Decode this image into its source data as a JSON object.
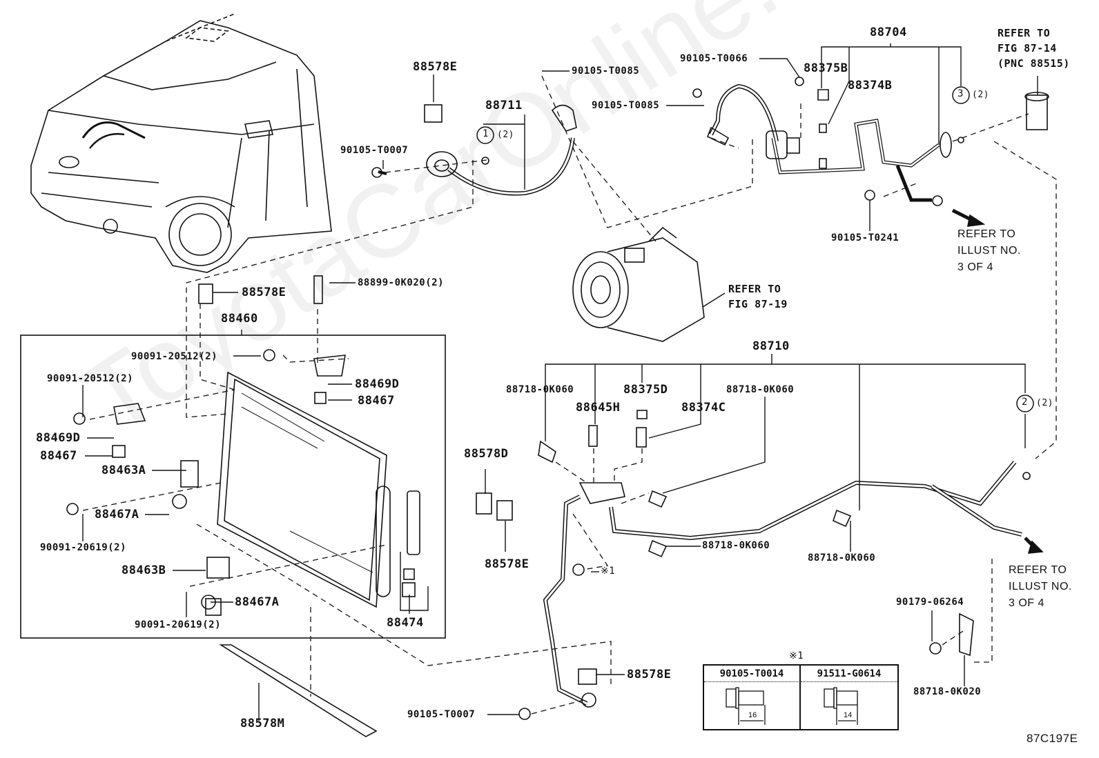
{
  "diagram": {
    "type": "parts-exploded-view",
    "illustration_code": "87C197E",
    "watermark": "ToyotaCarOnline.ru"
  },
  "labels": {
    "p88578E_top": "88578E",
    "p88711": "88711",
    "p90105T0085_a": "90105-T0085",
    "p90105T0085_b": "90105-T0085",
    "p90105T0007_top": "90105-T0007",
    "circle1": "1",
    "circle1_qty": "(2)",
    "p90105T0066": "90105-T0066",
    "p88704": "88704",
    "p88375B": "88375B",
    "p88374B": "88374B",
    "circle3": "3",
    "circle3_qty": "(2)",
    "p90105T0241": "90105-T0241",
    "p88578E_mid": "88578E",
    "p88899": "88899-0K020(2)",
    "p88460": "88460",
    "p90091_20512_a": "90091-20512(2)",
    "p90091_20512_b": "90091-20512(2)",
    "p88469D_a": "88469D",
    "p88467_a": "88467",
    "p88469D_b": "88469D",
    "p88467_b": "88467",
    "p88463A": "88463A",
    "p88467A_a": "88467A",
    "p90091_20619_a": "90091-20619(2)",
    "p88463B": "88463B",
    "p88467A_b": "88467A",
    "p90091_20619_b": "90091-20619(2)",
    "p88474": "88474",
    "p88578M": "88578M",
    "p88710": "88710",
    "p88718_0K060_a": "88718-0K060",
    "p88645H": "88645H",
    "p88375D": "88375D",
    "p88374C": "88374C",
    "p88718_0K060_b": "88718-0K060",
    "p88718_0K060_c": "88718-0K060",
    "p88718_0K060_d": "88718-0K060",
    "circle2": "2",
    "circle2_qty": "(2)",
    "p88578D": "88578D",
    "p88578E_lowmid": "88578E",
    "note1_ref": "※1",
    "p88578E_bottom": "88578E",
    "p90105T0007_bottom": "90105-T0007",
    "p90179": "90179-06264",
    "p88718_0K020": "88718-0K020"
  },
  "references": {
    "fig_87_14": "REFER TO\nFIG 87-14\n(PNC 88515)",
    "fig_87_19": "REFER TO\nFIG 87-19",
    "illust_3of4_top": "REFER TO\nILLUST NO.\n3 OF 4",
    "illust_3of4_bottom": "REFER TO\nILLUST NO.\n3 OF 4"
  },
  "note_table": {
    "title": "※1",
    "columns": [
      {
        "part": "90105-T0014",
        "length": "16"
      },
      {
        "part": "91511-G0614",
        "length": "14"
      }
    ]
  }
}
